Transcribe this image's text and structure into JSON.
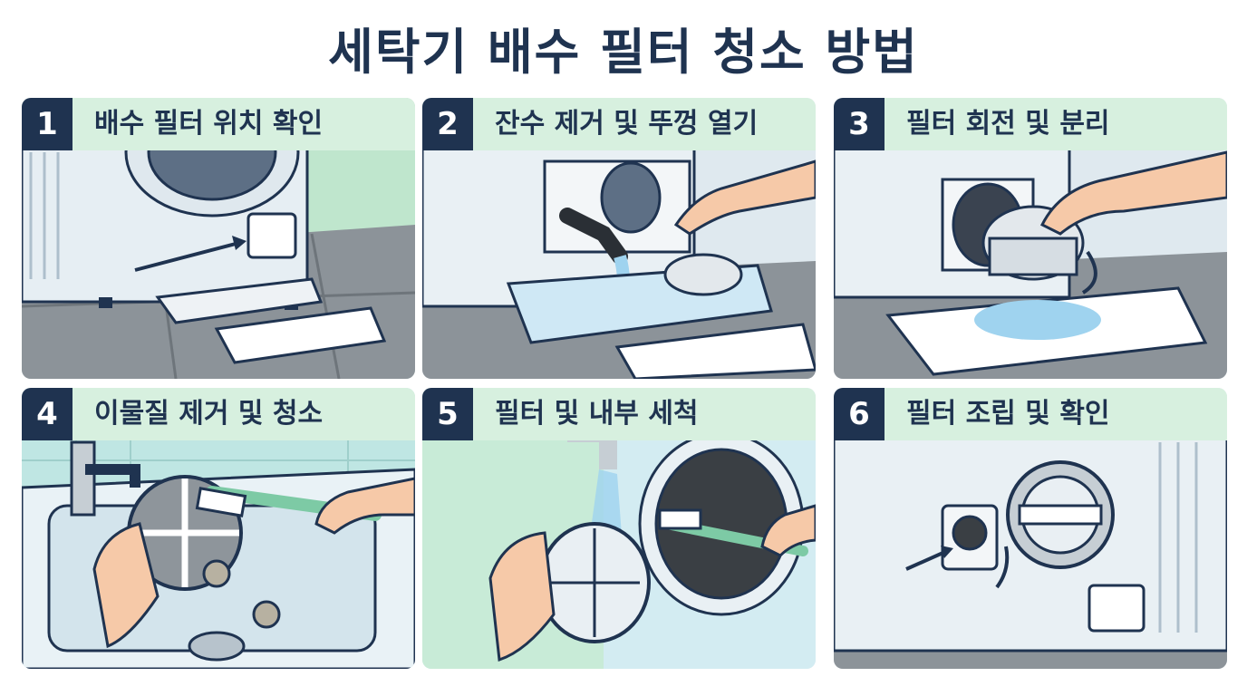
{
  "title": "세탁기 배수 필터 청소 방법",
  "steps": [
    {
      "number": "1",
      "label": "배수 필터 위치 확인"
    },
    {
      "number": "2",
      "label": "잔수 제거 및 뚜껑 열기"
    },
    {
      "number": "3",
      "label": "필터 회전 및 분리"
    },
    {
      "number": "4",
      "label": "이물질 제거 및 청소"
    },
    {
      "number": "5",
      "label": "필터 및 내부 세척"
    },
    {
      "number": "6",
      "label": "필터 조립 및 확인"
    }
  ],
  "colors": {
    "title": "#1f3350",
    "header_bg": "#d7f0df",
    "number_bg": "#1f3350",
    "water": "#9fd3ef",
    "floor": "#8c9399"
  },
  "icons": [
    "washing-machine-icon",
    "drain-hose-icon",
    "hand-icon",
    "toothbrush-icon",
    "faucet-icon",
    "arrow-icon"
  ]
}
